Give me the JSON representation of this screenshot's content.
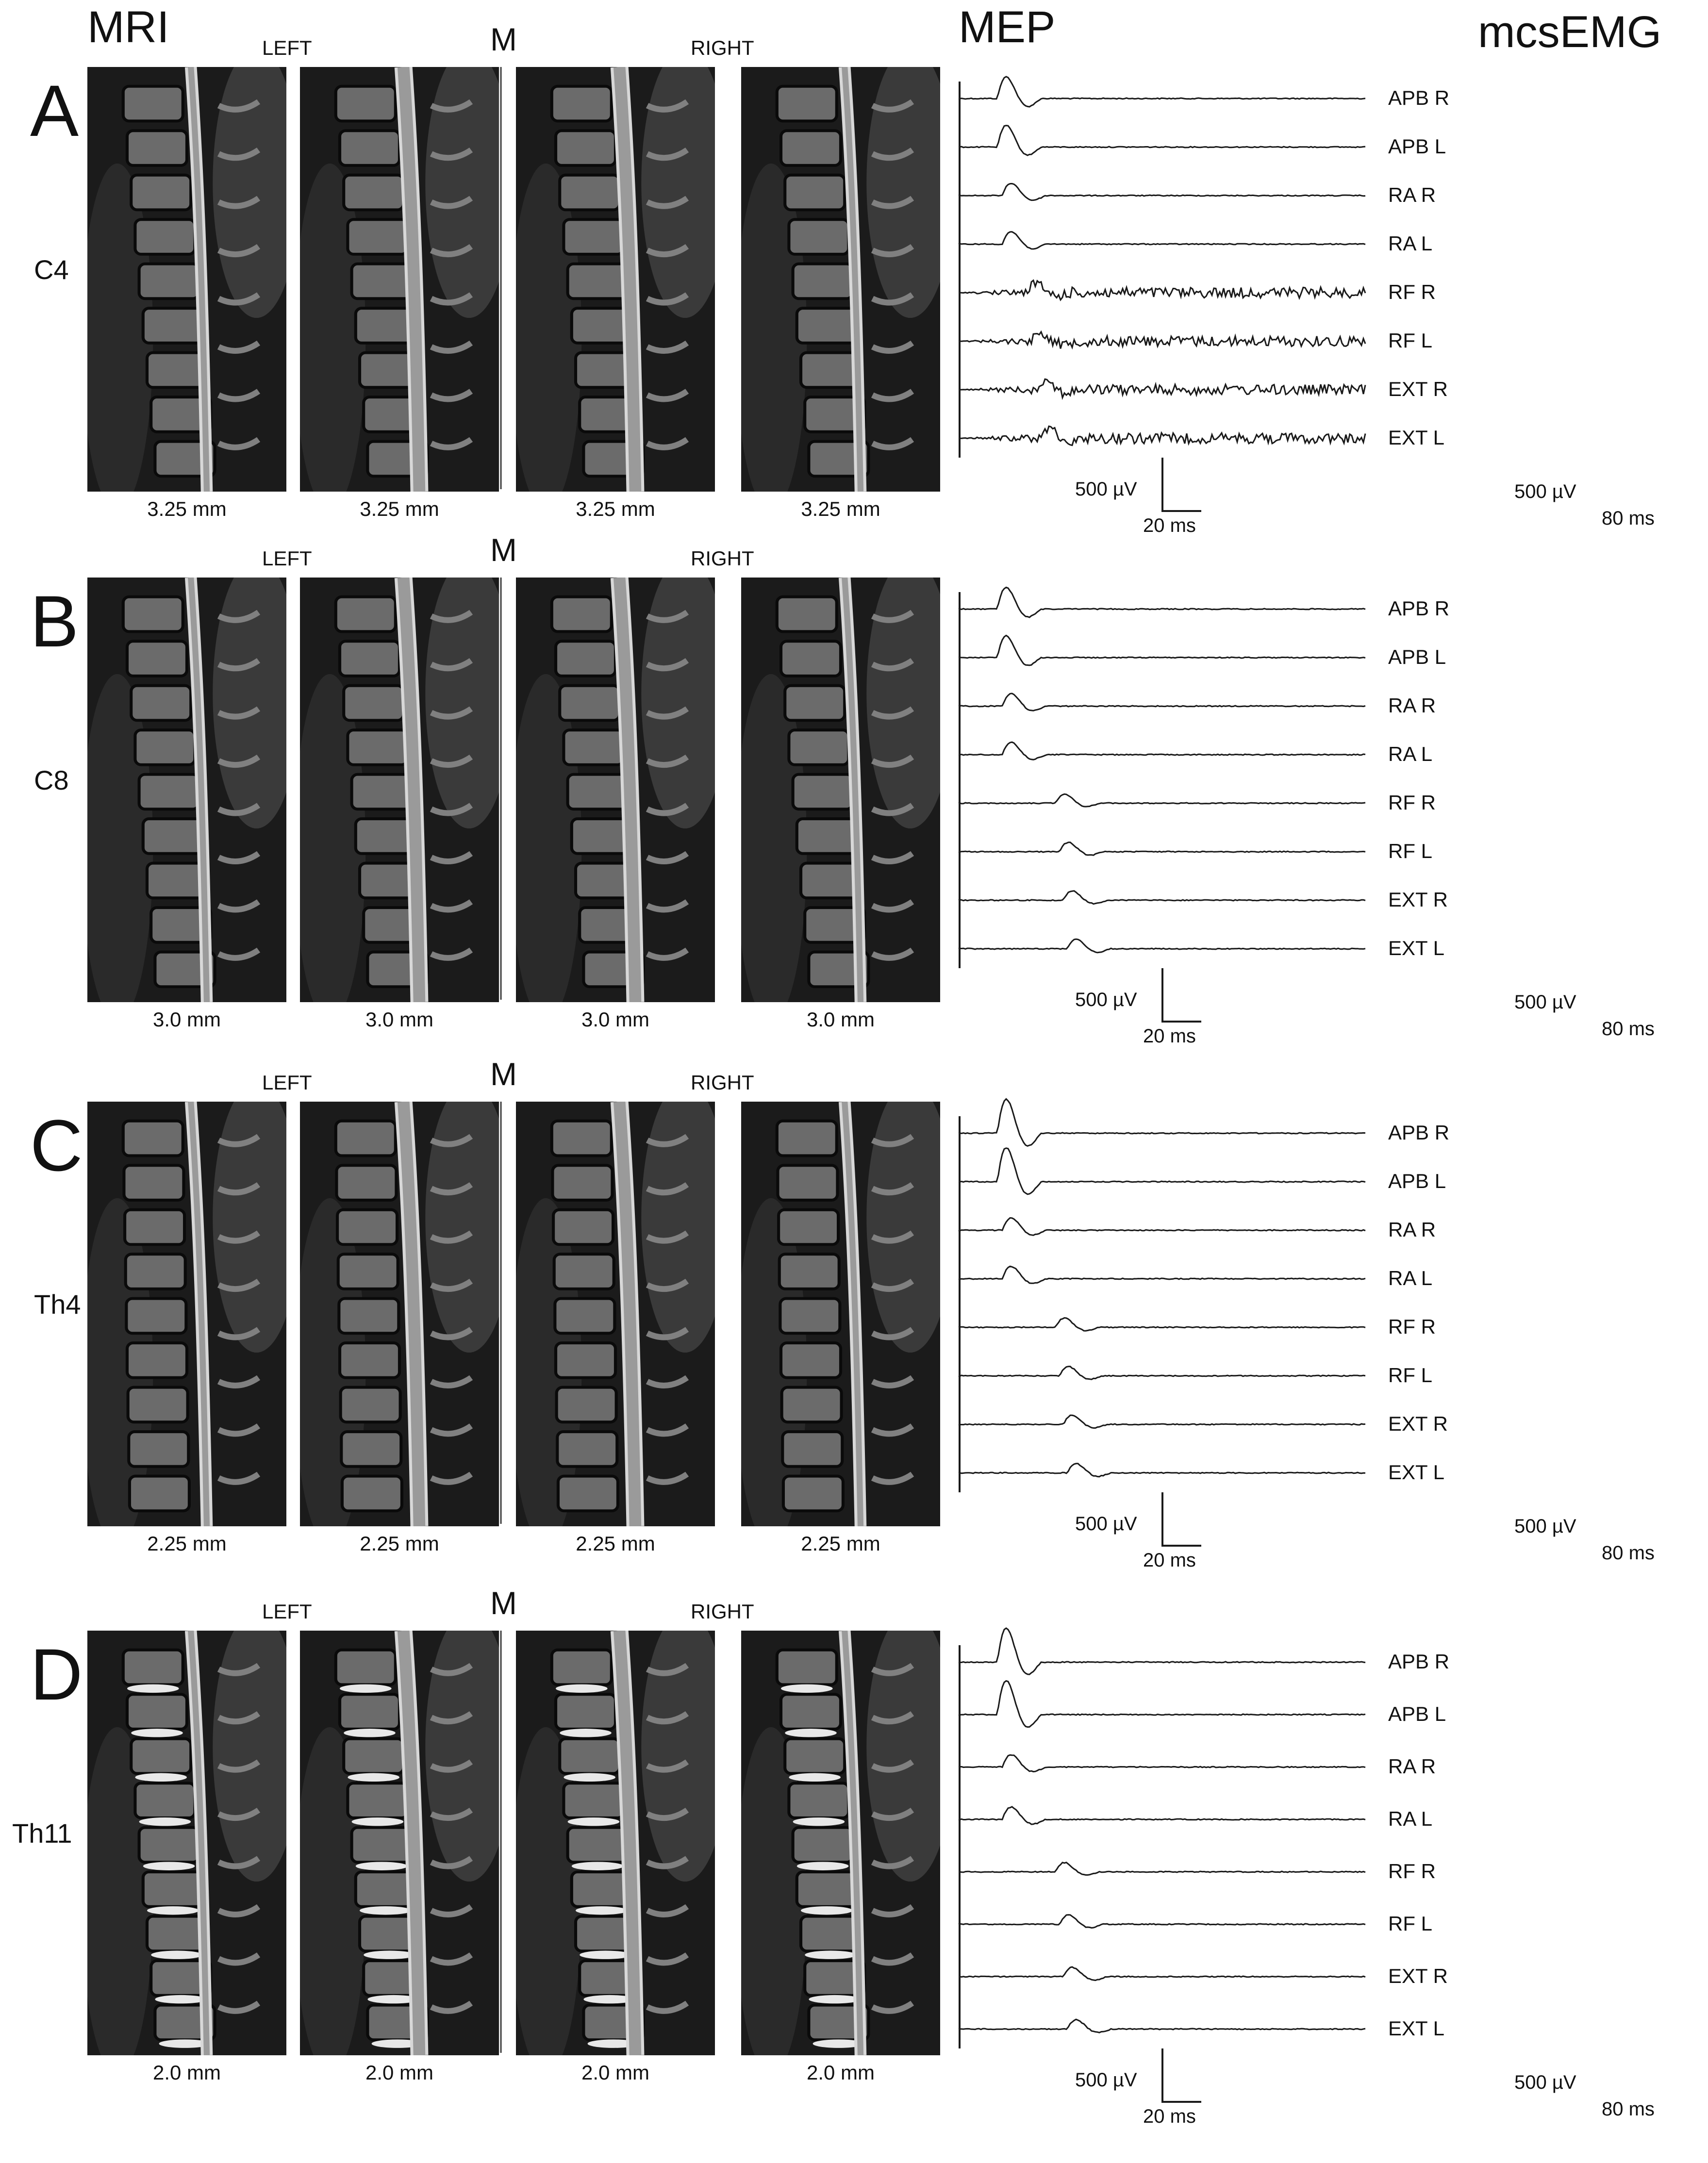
{
  "columns": {
    "mri": "MRI",
    "mep": "MEP",
    "emg": "mcsEMG"
  },
  "side_labels": {
    "left": "LEFT",
    "right": "RIGHT",
    "midline": "M"
  },
  "channels": [
    "APB R",
    "APB L",
    "RA R",
    "RA L",
    "RF R",
    "RF L",
    "EXT R",
    "EXT L"
  ],
  "colors": {
    "trace": "#1a1a1a",
    "background": "#ffffff",
    "mri_dark": "#111111"
  },
  "panels": [
    {
      "letter": "A",
      "level": "C4",
      "thickness": [
        "3.25 mm",
        "3.25 mm",
        "3.25 mm",
        "3.25 mm"
      ],
      "mep_scale": {
        "amplitude": "500 µV",
        "time": "20 ms"
      },
      "emg_scale": {
        "amplitude": "500 µV",
        "time": "80 ms"
      }
    },
    {
      "letter": "B",
      "level": "C8",
      "thickness": [
        "3.0 mm",
        "3.0 mm",
        "3.0 mm",
        "3.0 mm"
      ],
      "mep_scale": {
        "amplitude": "500 µV",
        "time": "20 ms"
      },
      "emg_scale": {
        "amplitude": "500 µV",
        "time": "80 ms"
      }
    },
    {
      "letter": "C",
      "level": "Th4",
      "thickness": [
        "2.25 mm",
        "2.25 mm",
        "2.25 mm",
        "2.25 mm"
      ],
      "mep_scale": {
        "amplitude": "500 µV",
        "time": "20 ms"
      },
      "emg_scale": {
        "amplitude": "500 µV",
        "time": "80 ms"
      }
    },
    {
      "letter": "D",
      "level": "Th11",
      "thickness": [
        "2.0 mm",
        "2.0 mm",
        "2.0 mm",
        "2.0 mm"
      ],
      "mep_scale": {
        "amplitude": "500 µV",
        "time": "20 ms"
      },
      "emg_scale": {
        "amplitude": "500 µV",
        "time": "80 ms"
      }
    }
  ]
}
